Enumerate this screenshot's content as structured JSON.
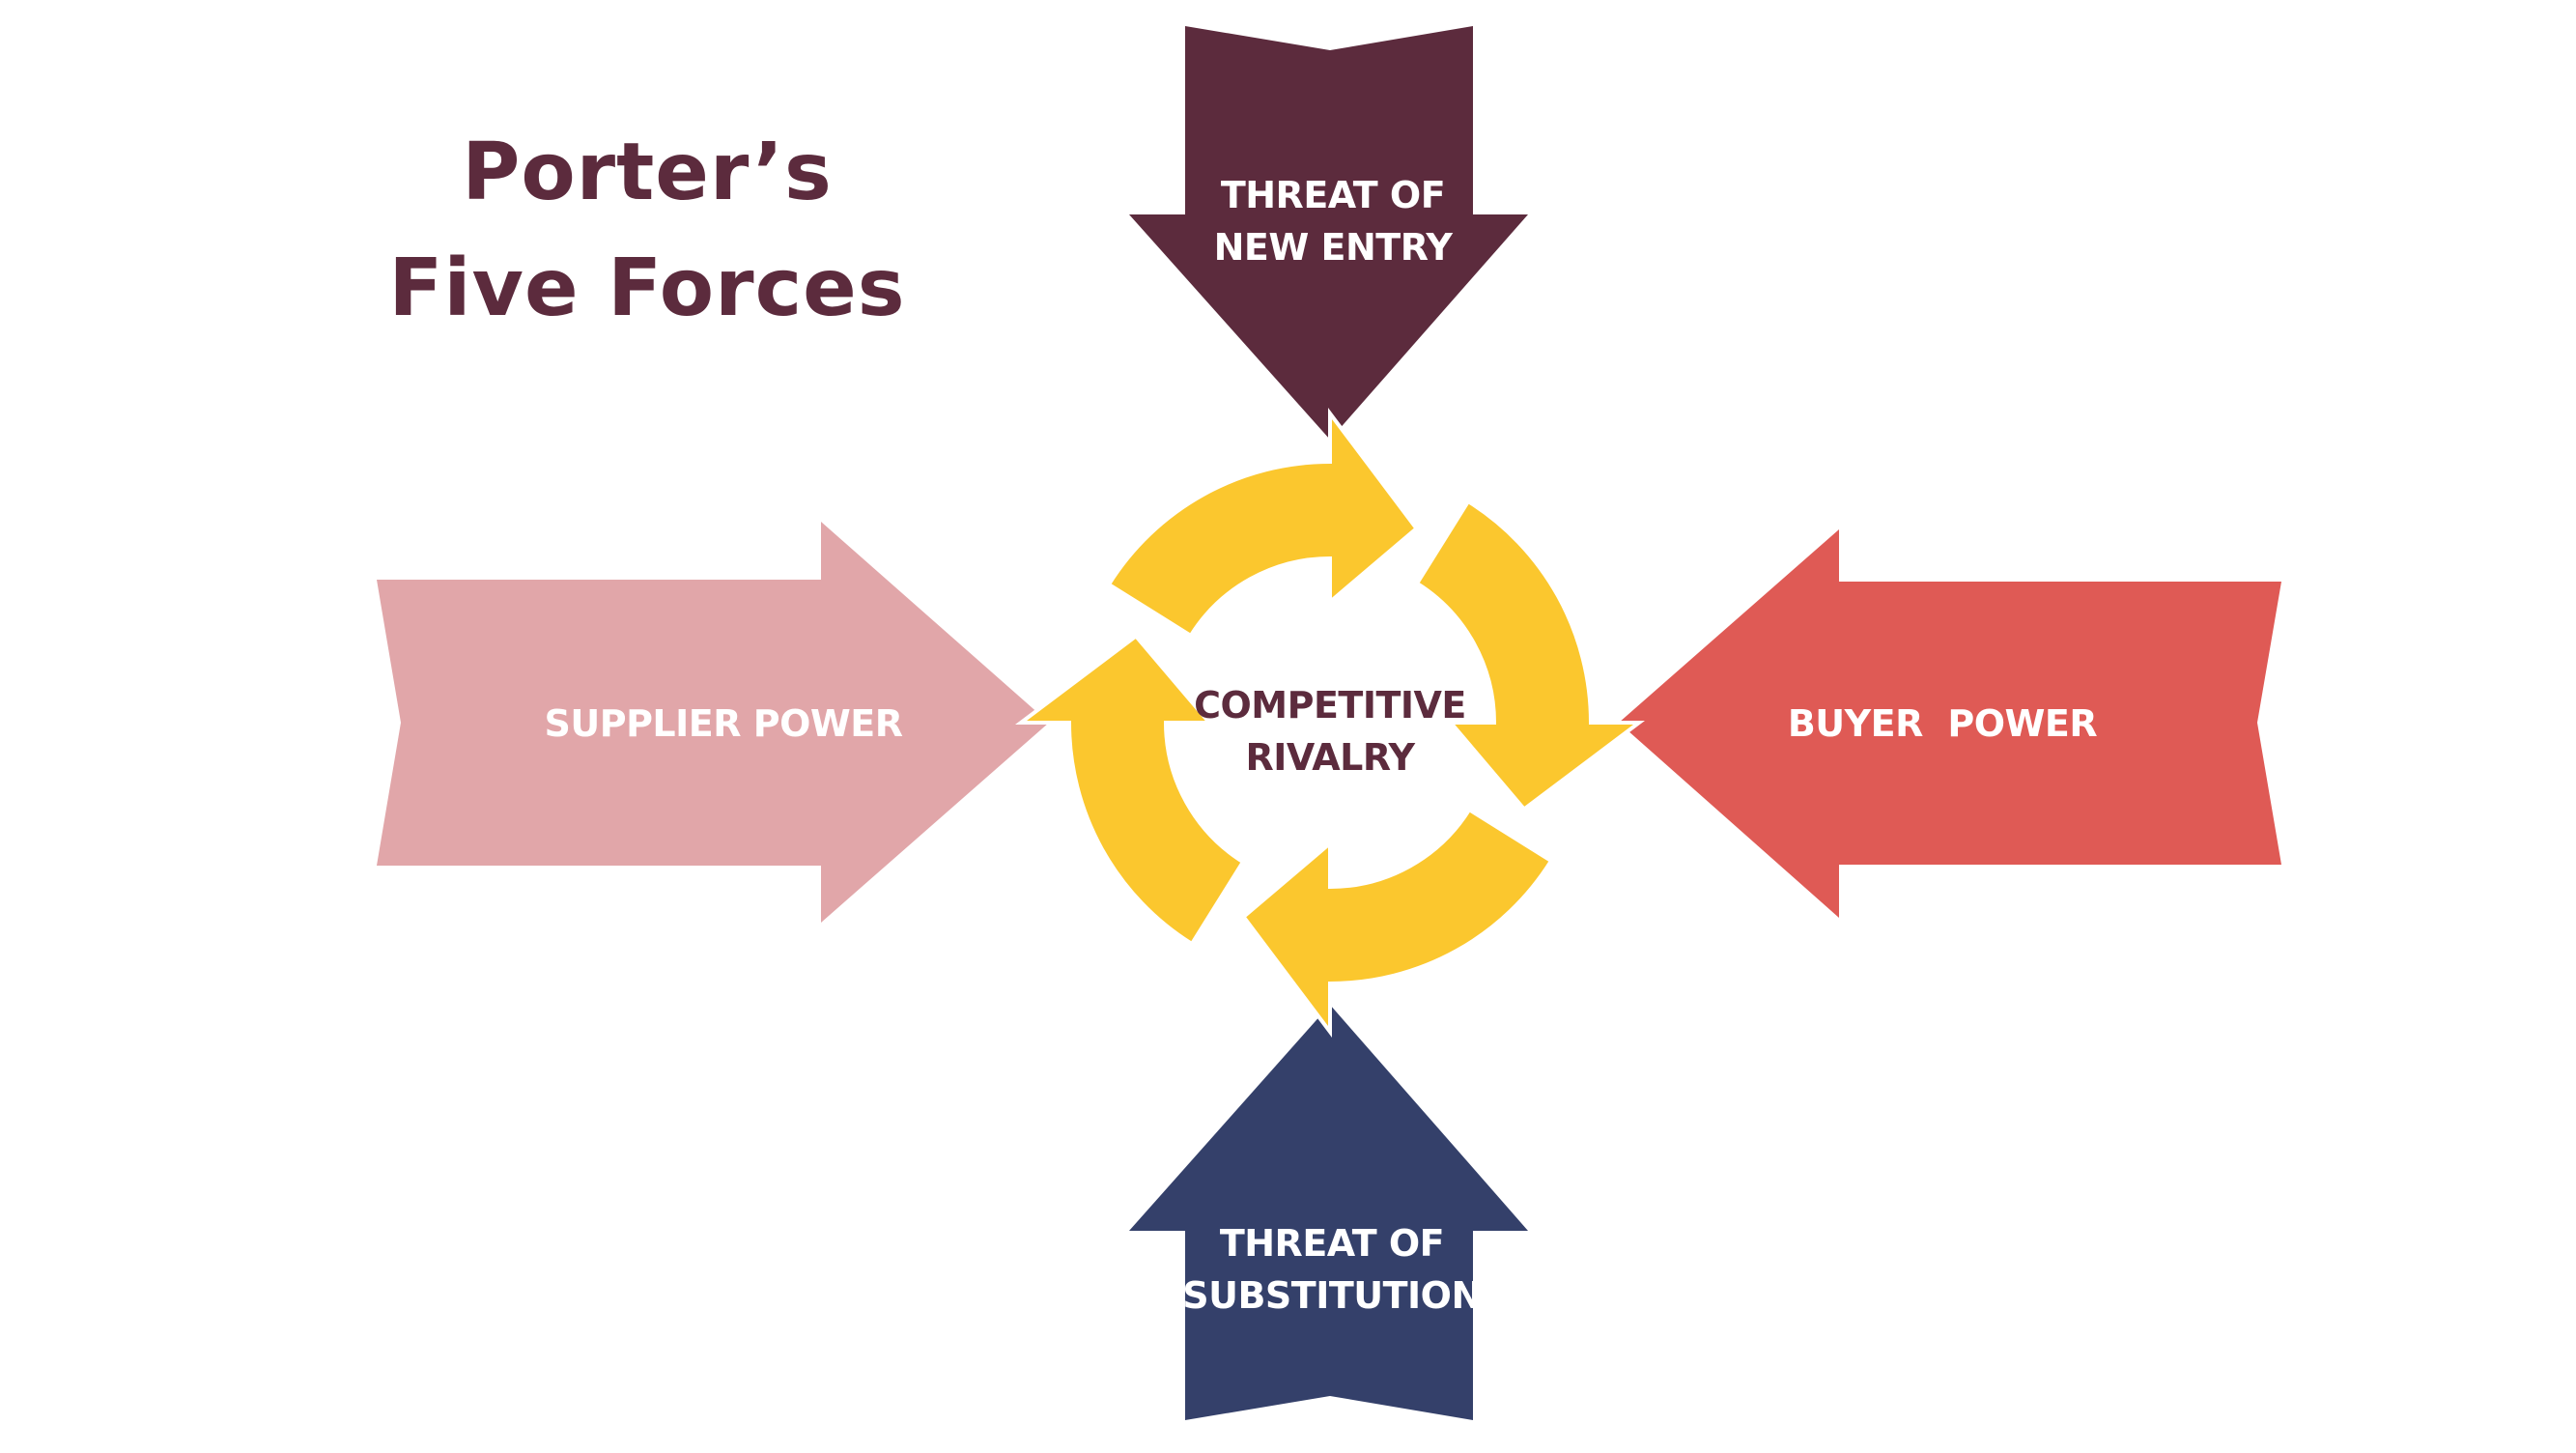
{
  "title": {
    "line1": "Porter’s",
    "line2": "Five Forces"
  },
  "forces": {
    "top": {
      "line1": "THREAT OF",
      "line2": "NEW ENTRY"
    },
    "bottom": {
      "line1": "THREAT OF",
      "line2": "SUBSTITUTION"
    },
    "left": {
      "label": "SUPPLIER POWER"
    },
    "right": {
      "label": "BUYER  POWER"
    },
    "center": {
      "line1": "COMPETITIVE",
      "line2": "RIVALRY"
    }
  },
  "colors": {
    "title": "#5c2b3d",
    "new_entry": "#5c2b3d",
    "substitution": "#34406a",
    "supplier": "#e1a6a9",
    "buyer": "#df5a55",
    "rivalry": "#fbc72e",
    "center_text": "#5c2b3d",
    "arrow_text": "#ffffff"
  }
}
